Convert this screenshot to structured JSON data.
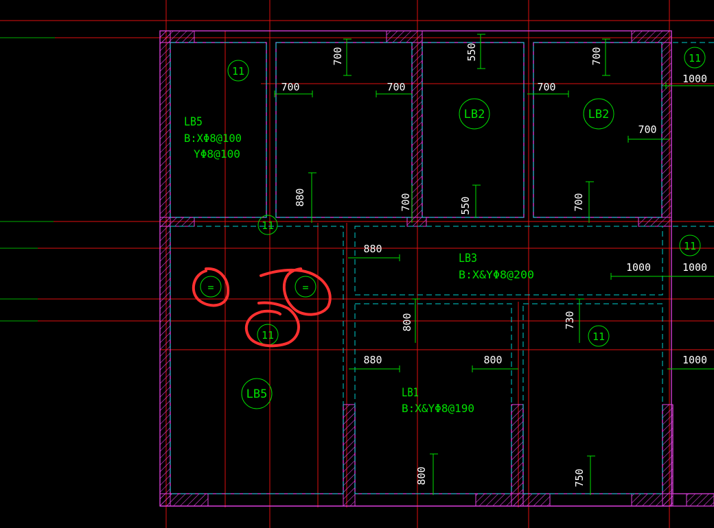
{
  "colors": {
    "background": "#000000",
    "wall": "#e040e0",
    "hatch": "#e040e0",
    "axis": "#e01010",
    "dash": "#00d0d0",
    "text": "#00e000",
    "dim_text": "#ffffff",
    "markup": "#ff3030"
  },
  "panels": {
    "lb5_top": {
      "label": "LB5",
      "line1": "B:XΦ8@100",
      "line2": "YΦ8@100"
    },
    "lb2_a": "LB2",
    "lb2_b": "LB2",
    "lb3": {
      "label": "LB3",
      "line1": "B:X&YΦ8@200"
    },
    "lb1": {
      "label": "LB1",
      "line1": "B:X&YΦ8@190"
    },
    "lb5_bottom": "LB5"
  },
  "thickness_tags": {
    "t1": "11",
    "t2": "11",
    "t3": "11",
    "t4": "11",
    "t5": "11",
    "t6": "11",
    "t7": "11"
  },
  "circled_tags": {
    "eq1": "=",
    "eq2": "="
  },
  "dimensions": {
    "d_700_v1": "700",
    "d_550_v1": "550",
    "d_700_v2": "700",
    "d_700_h1": "700",
    "d_700_h2": "700",
    "d_700_h3": "700",
    "d_1000_h1": "1000",
    "d_700_h4": "700",
    "d_880_v1": "880",
    "d_700_v3": "700",
    "d_550_v2": "550",
    "d_700_v4": "700",
    "d_880_h1": "880",
    "d_1000_h2": "1000",
    "d_1000_h3": "1000",
    "d_800_v1": "800",
    "d_730_v1": "730",
    "d_880_h2": "880",
    "d_800_h1": "800",
    "d_1000_h4": "1000",
    "d_800_v2": "800",
    "d_750_v1": "750"
  }
}
